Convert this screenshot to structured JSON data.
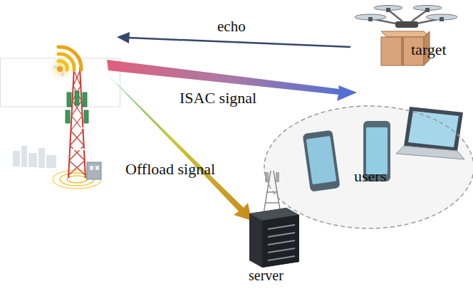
{
  "diagram": {
    "nodes": [
      {
        "text": [
          "users"
        ]
      }
    ],
    "labels": [
      "echo",
      "target",
      "ISAC signal",
      "Offload signal",
      "server"
    ]
  }
}
